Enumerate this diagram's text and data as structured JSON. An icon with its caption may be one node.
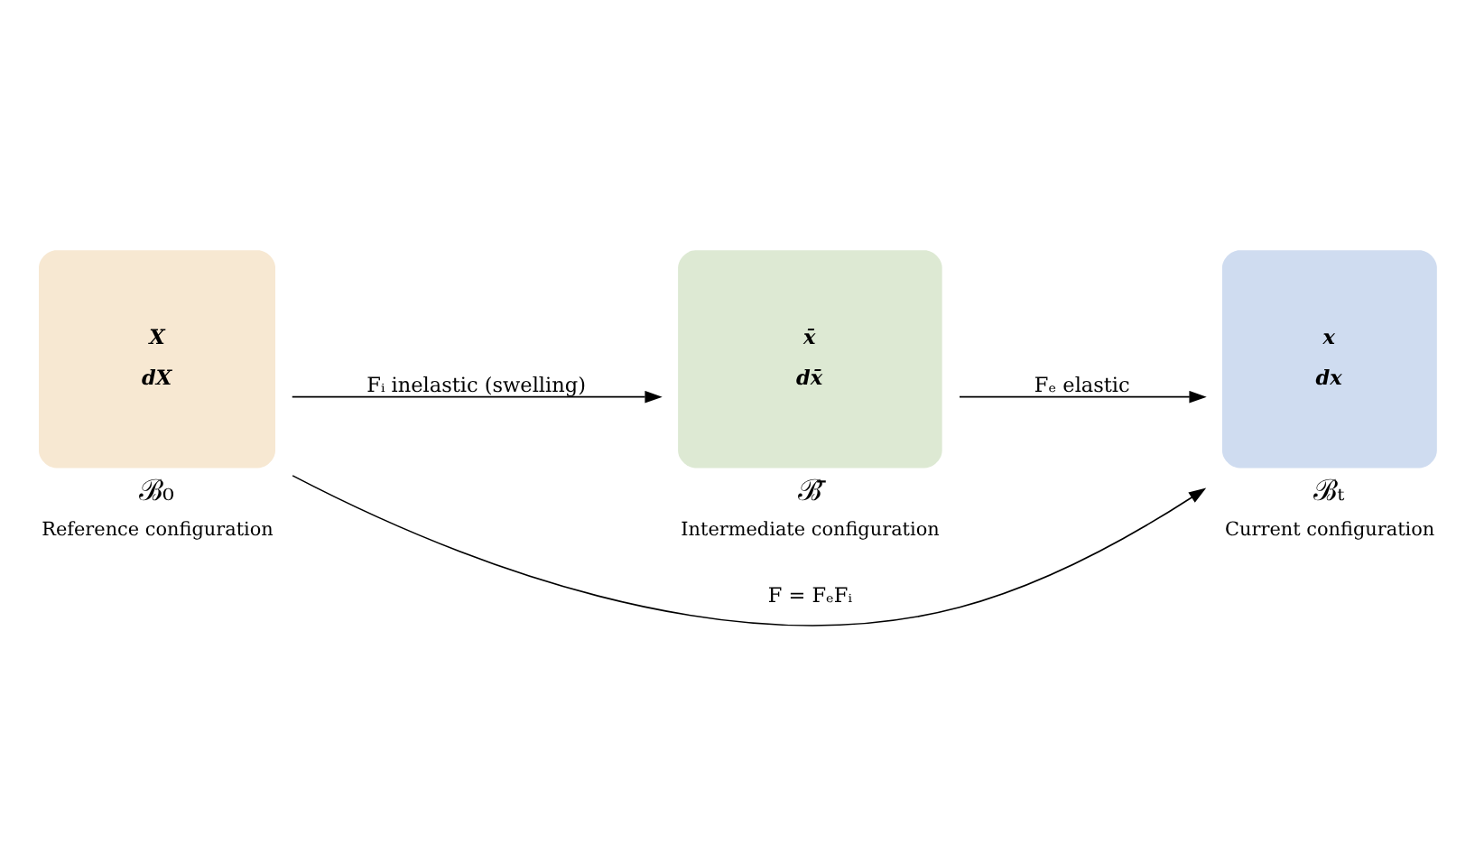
{
  "diagram": {
    "nodes": [
      {
        "text": [
          "X",
          "dX"
        ],
        "beside": [
          "ℬ₀",
          "Reference configuration"
        ]
      },
      {
        "text": [
          "x̄",
          "dx̄"
        ],
        "beside": [
          "ℬ̄",
          "Intermediate configuration"
        ]
      },
      {
        "text": [
          "x",
          "dx"
        ],
        "beside": [
          "ℬₜ",
          "Current configuration"
        ]
      }
    ],
    "edges": [
      {
        "from": 0,
        "to": 1,
        "arrow": "to",
        "label": "Fᵢ inelastic (swelling)"
      },
      {
        "from": 1,
        "to": 2,
        "arrow": "to",
        "label": "Fₑ elastic"
      },
      {
        "from": 0,
        "to": 2,
        "arrow": "to",
        "label": "F = FₑFᵢ"
      }
    ]
  }
}
